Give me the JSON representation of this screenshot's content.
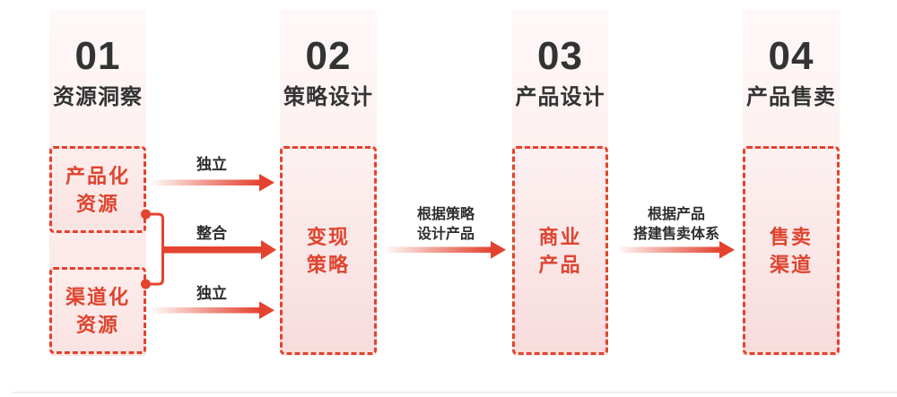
{
  "colors": {
    "accent_red": "#E3432E",
    "heading_text": "#333333",
    "label_text": "#2E2E2E",
    "box_fill_top": "#FDF1F1",
    "box_fill_bottom": "#F8DCDC",
    "strip_fill_top": "#FEF8F8",
    "strip_fill_bottom": "#FAE4E3"
  },
  "steps": [
    {
      "number": "01",
      "title": "资源洞察"
    },
    {
      "number": "02",
      "title": "策略设计"
    },
    {
      "number": "03",
      "title": "产品设计"
    },
    {
      "number": "04",
      "title": "产品售卖"
    }
  ],
  "boxes": {
    "productized_resources": {
      "line1": "产品化",
      "line2": "资源"
    },
    "channelized_resources": {
      "line1": "渠道化",
      "line2": "资源"
    },
    "monetization_strategy": {
      "line1": "变现",
      "line2": "策略"
    },
    "commercial_product": {
      "line1": "商业",
      "line2": "产品"
    },
    "sales_channel": {
      "line1": "售卖",
      "line2": "渠道"
    }
  },
  "arrow_labels": {
    "independent_top": "独立",
    "integrate": "整合",
    "independent_bottom": "独立",
    "strategy_to_product": {
      "line1": "根据策略",
      "line2": "设计产品"
    },
    "product_to_sales": {
      "line1": "根据产品",
      "line2": "搭建售卖体系"
    }
  }
}
